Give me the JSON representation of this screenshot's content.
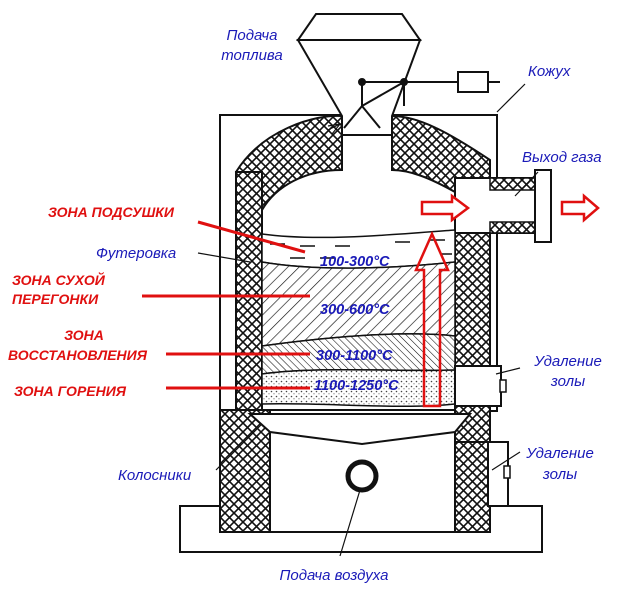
{
  "labels": {
    "fuel_feed": [
      "Подача",
      "топлива"
    ],
    "casing": "Кожух",
    "gas_outlet": "Выход газа",
    "lining": "Футеровка",
    "ash_removal_1": [
      "Удаление",
      "золы"
    ],
    "ash_removal_2": [
      "Удаление",
      "золы"
    ],
    "grate": "Колосники",
    "air_feed": "Подача воздуха"
  },
  "zones": {
    "drying": "ЗОНА ПОДСУШКИ",
    "dry_distillation": [
      "ЗОНА СУХОЙ",
      "ПЕРЕГОНКИ"
    ],
    "reduction": [
      "ЗОНА",
      "ВОССТАНОВЛЕНИЯ"
    ],
    "combustion": "ЗОНА ГОРЕНИЯ"
  },
  "temperatures": {
    "drying": "100-300°C",
    "dry_distillation": "300-600°C",
    "reduction": "300-1100°C",
    "combustion": "1100-1250°C"
  },
  "colors": {
    "label_blue": "#1a1ab8",
    "zone_red": "#e01010",
    "line": "#111111"
  }
}
